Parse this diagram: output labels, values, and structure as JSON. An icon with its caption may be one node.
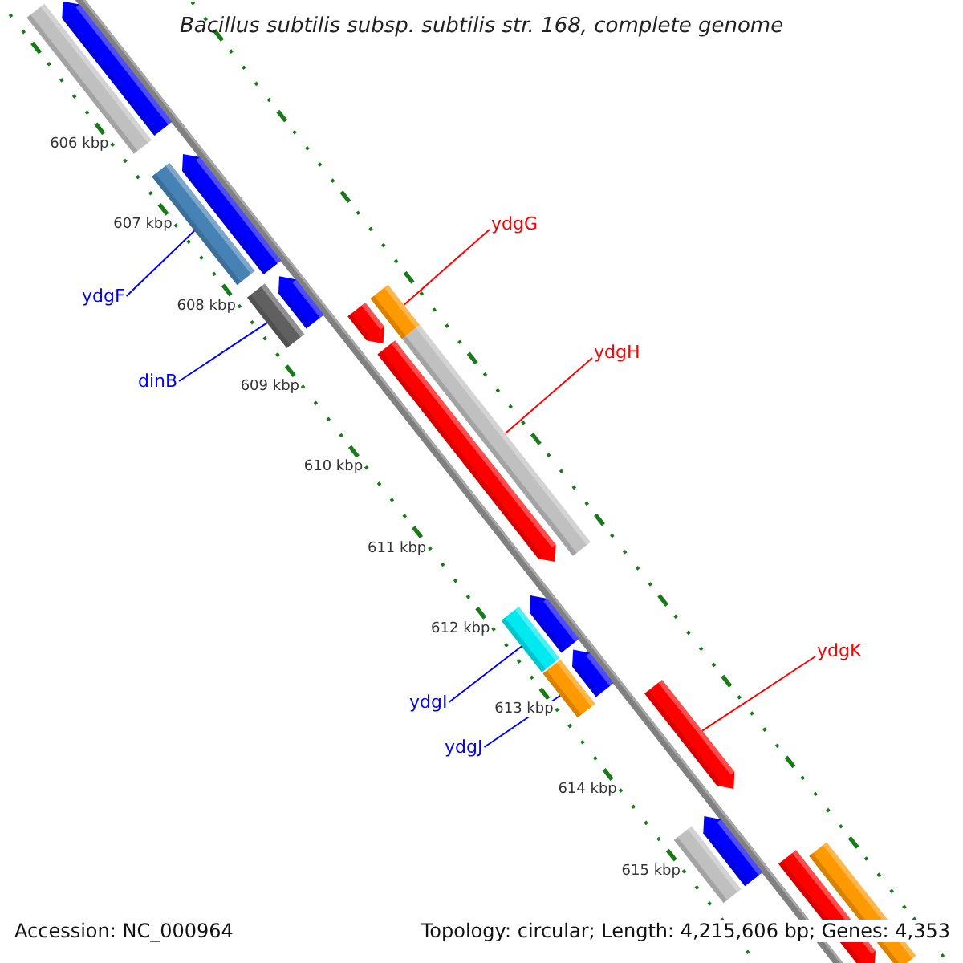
{
  "diagram": {
    "title": "Bacillus subtilis subsp. subtilis str. 168, complete genome",
    "nodes": [
      {
        "text": [
          "ydgG"
        ]
      },
      {
        "text": [
          "ydgF"
        ]
      },
      {
        "text": [
          "ydgH"
        ]
      },
      {
        "text": [
          "dinB"
        ]
      },
      {
        "text": [
          "ydgK"
        ]
      },
      {
        "text": [
          "ydgI"
        ]
      },
      {
        "text": [
          "ydgJ"
        ]
      },
      {
        "text": [],
        "shape": "arrow"
      },
      {
        "text": [],
        "shape": "bar"
      },
      {
        "text": [],
        "shape": "arrow"
      },
      {
        "text": [],
        "shape": "bar"
      },
      {
        "text": [],
        "shape": "arrow"
      },
      {
        "text": [],
        "shape": "bar"
      },
      {
        "text": [],
        "shape": "arrow"
      },
      {
        "text": [],
        "shape": "bar"
      },
      {
        "text": [],
        "shape": "arrow"
      },
      {
        "text": [],
        "shape": "bar"
      },
      {
        "text": [],
        "shape": "arrow"
      },
      {
        "text": [],
        "shape": "bar"
      },
      {
        "text": [],
        "shape": "arrow"
      },
      {
        "text": [],
        "shape": "bar"
      },
      {
        "text": [],
        "shape": "arrow"
      },
      {
        "text": [],
        "shape": "arrow"
      },
      {
        "text": [],
        "shape": "bar"
      },
      {
        "text": [],
        "shape": "arrow"
      },
      {
        "text": [],
        "shape": "bar"
      }
    ],
    "edges": [
      {
        "from": 0,
        "to": 14,
        "arrow": "none",
        "color": "#ff0000"
      },
      {
        "from": 1,
        "to": 10,
        "arrow": "none"
      },
      {
        "from": 2,
        "to": 16,
        "arrow": "none",
        "color": "#ff0000"
      },
      {
        "from": 3,
        "to": 12,
        "arrow": "none"
      },
      {
        "from": 4,
        "to": 21,
        "arrow": "none",
        "color": "#ff0000"
      },
      {
        "from": 5,
        "to": 18,
        "arrow": "none"
      },
      {
        "from": 6,
        "to": 20,
        "arrow": "none"
      }
    ],
    "labels": [
      "606 kbp",
      "607 kbp",
      "608 kbp",
      "609 kbp",
      "610 kbp",
      "611 kbp",
      "612 kbp",
      "613 kbp",
      "614 kbp",
      "615 kbp",
      "Accession: NC_000964",
      "Topology: circular; Length: 4,215,606 bp; Genes: 4,353"
    ]
  }
}
